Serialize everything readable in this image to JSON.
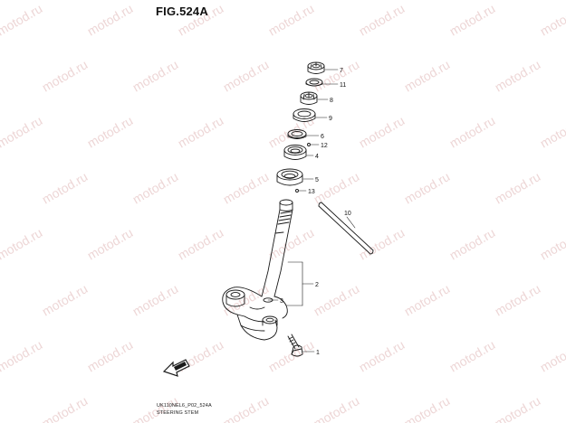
{
  "figure": {
    "title": "FIG.524A",
    "code": "UK110NEL6_P02_524A",
    "caption": "STEERING STEM"
  },
  "callouts": [
    "1",
    "2",
    "3",
    "4",
    "5",
    "6",
    "7",
    "8",
    "9",
    "10",
    "11",
    "12",
    "13"
  ],
  "watermark": "motod.ru",
  "colors": {
    "line": "#1a1a1a",
    "watermark": "#e9cccc",
    "background": "#ffffff"
  },
  "icons": {
    "front_arrow": "front-direction-arrow-icon"
  }
}
